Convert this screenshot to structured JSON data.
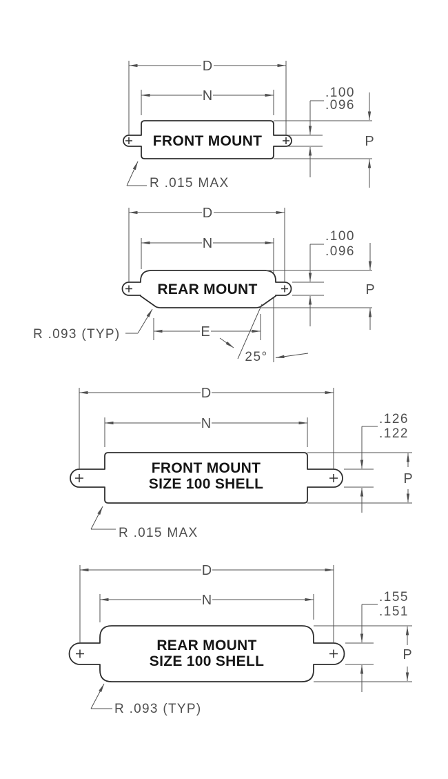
{
  "colors": {
    "bg": "#ffffff",
    "outline": "#2e2e2e",
    "dim": "#4f4f4f",
    "title": "#161616"
  },
  "diagrams": [
    {
      "title": "FRONT MOUNT",
      "dim_overall_width": "D",
      "dim_opening_width": "N",
      "dim_opening_height": "P",
      "slot_width_max": ".100",
      "slot_width_min": ".096",
      "corner_radius_note": "R .015 MAX"
    },
    {
      "title": "REAR MOUNT",
      "dim_overall_width": "D",
      "dim_opening_width": "N",
      "dim_opening_height": "P",
      "slot_width_max": ".100",
      "slot_width_min": ".096",
      "dim_bottom_width": "E",
      "chamfer_angle": "25°",
      "corner_radius_note": "R .093 (TYP)"
    },
    {
      "title": "FRONT MOUNT",
      "subtitle": "SIZE 100 SHELL",
      "dim_overall_width": "D",
      "dim_opening_width": "N",
      "dim_opening_height": "P",
      "slot_width_max": ".126",
      "slot_width_min": ".122",
      "corner_radius_note": "R .015 MAX"
    },
    {
      "title": "REAR MOUNT",
      "subtitle": "SIZE 100 SHELL",
      "dim_overall_width": "D",
      "dim_opening_width": "N",
      "dim_opening_height": "P",
      "slot_width_max": ".155",
      "slot_width_min": ".151",
      "corner_radius_note": "R .093 (TYP)"
    }
  ]
}
